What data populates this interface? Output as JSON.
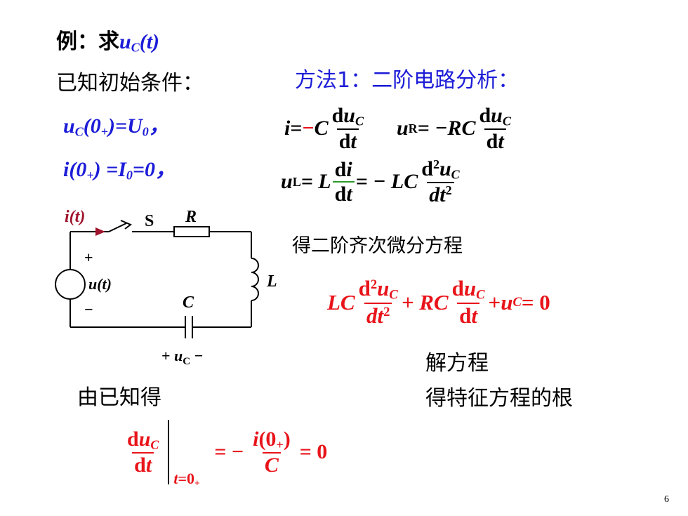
{
  "example": {
    "label": "例：求",
    "var": "u",
    "sub": "C",
    "arg": "(t)"
  },
  "given_title": "已知初始条件：",
  "initial": {
    "uc_u": "u",
    "uc_sub": "C",
    "uc_arg": "(0",
    "uc_plus": "+",
    "uc_close": ")=",
    "uc_U": "U",
    "uc_U0": "0",
    "uc_comma": "，",
    "i_i": "i",
    "i_arg": "(0",
    "i_plus": "+",
    "i_close": ") =",
    "i_I": "I",
    "i_I0": "0",
    "i_eq": "=0，"
  },
  "method_title": "方法1：二阶电路分析：",
  "eq1": {
    "i": "i",
    "eq": " = ",
    "minus": "− ",
    "C": "C",
    "num_d": "d",
    "num_u": "u",
    "num_sub": "C",
    "den": "d",
    "den_t": "t",
    "uR_u": "u",
    "uR_sub": "R",
    "uR_rhs": " = −RC",
    "num2_d": "d",
    "num2_u": "u",
    "num2_sub": "C",
    "den2": "d",
    "den2_t": "t"
  },
  "eq2": {
    "uL_u": "u",
    "uL_sub": "L",
    "eq": " = L",
    "num": "d",
    "num_i": "i",
    "den": "d",
    "den_t": "t",
    "rhs": " = − LC",
    "num2_d": "d",
    "num2_sup": "2",
    "num2_u": "u",
    "num2_sub": "C",
    "den2_d": "dt",
    "den2_sup": "2"
  },
  "ode_title": "得二阶齐次微分方程",
  "ode": {
    "LC": "LC",
    "n1_d": "d",
    "n1_sup": "2",
    "n1_u": "u",
    "n1_sub": "C",
    "d1": "dt",
    "d1_sup": "2",
    "plus1": " + RC",
    "n2_d": "d",
    "n2_u": "u",
    "n2_sub": "C",
    "d2": "d",
    "d2_t": "t",
    "plus2": " + ",
    "u": "u",
    "u_sub": "C",
    "eq0": " = 0"
  },
  "solve": "解方程",
  "roots": "得特征方程的根",
  "known": "由已知得",
  "deriv": {
    "num_d": "d",
    "num_u": "u",
    "num_sub": "C",
    "den_d": "d",
    "den_t": "t",
    "eval_t": "t",
    "eval_eq": "=0",
    "eval_plus": "+",
    "mid": "= −",
    "num2_i": "i",
    "num2_arg": "(0",
    "num2_plus": "+",
    "num2_close": ")",
    "den2": "C",
    "end": "= 0"
  },
  "circuit": {
    "i_label": "i(t)",
    "switch_label": "S",
    "r_label": "R",
    "l_label": "L",
    "c_label": "C",
    "source_label": "u(t)",
    "plus": "+",
    "minus": "−",
    "uc_plus": "+ ",
    "uc_u": "u",
    "uc_sub": "C",
    "uc_minus": " −"
  },
  "page_number": "6",
  "colors": {
    "blue": "#1c1cd8",
    "red": "#e8141a",
    "dark_red": "#a0142d",
    "green": "#2b9a2b"
  }
}
